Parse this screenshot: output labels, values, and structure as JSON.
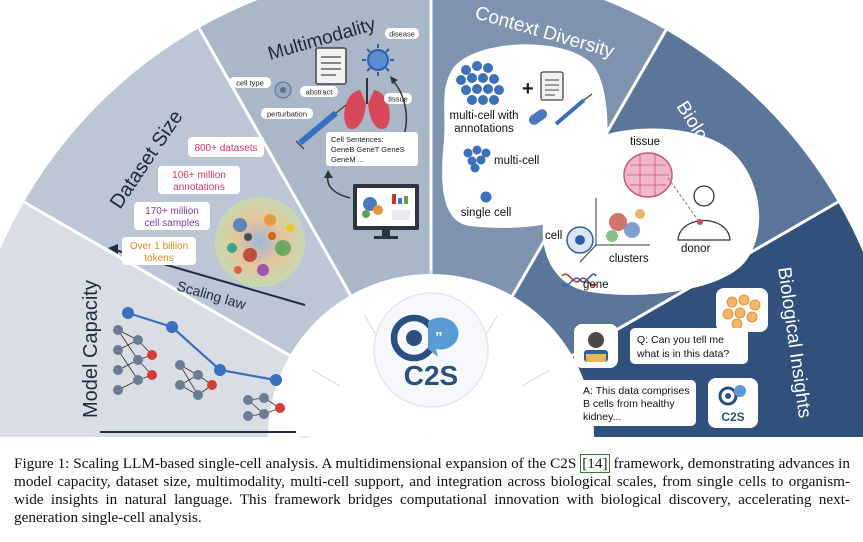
{
  "sections": {
    "model_capacity": "Model Capacity",
    "dataset_size": "Dataset Size",
    "multimodality": "Multimodality",
    "context_diversity": "Context Diversity",
    "biological_scales": "Biological Scales",
    "biological_insights": "Biological Insights"
  },
  "model_capacity": {
    "scaling_law": "Scaling law"
  },
  "dataset_size": {
    "badges": [
      {
        "line1": "800+ datasets",
        "line2": ""
      },
      {
        "line1": "106+ million",
        "line2": "annotations"
      },
      {
        "line1": "170+ million",
        "line2": "cell samples"
      },
      {
        "line1": "Over 1 billion",
        "line2": "tokens"
      }
    ]
  },
  "multimodality": {
    "labels": {
      "cell_type": "cell type",
      "abstract": "abstract",
      "disease": "disease",
      "perturbation": "perturbation",
      "tissue": "tissue"
    },
    "cell_sentences": [
      "Cell Sentences:",
      "GeneB GeneT GeneS",
      "GeneM ..."
    ]
  },
  "context_diversity": {
    "multi_cell_annotations": [
      "multi-cell with",
      "annotations"
    ],
    "plus": "+",
    "multi_cell": "multi-cell",
    "single_cell": "single cell"
  },
  "biological_scales": {
    "tissue": "tissue",
    "cell": "cell",
    "clusters": "clusters",
    "donor": "donor",
    "gene": "gene"
  },
  "biological_insights": {
    "question": [
      "Q: Can you tell me",
      "what is in this data?"
    ],
    "answer": [
      "A: This data comprises",
      "B cells from healthy",
      "kidney..."
    ]
  },
  "center_logo": "C2S",
  "caption": {
    "prefix": "Figure 1:  Scaling LLM-based single-cell analysis.  A multidimensional expansion of the C2S ",
    "ref": "[14]",
    "suffix": " framework, demonstrating advances in model capacity, dataset size, multimodality, multi-cell support, and integration across biological scales, from single cells to organism-wide insights in natural language. This framework bridges computational innovation with biological discovery, accelerating next-generation single-cell analysis."
  },
  "colors": {
    "model_capacity": "#d9dde4",
    "dataset_size": "#b9c4d3",
    "multimodality": "#a8b6c8",
    "context_diversity": "#7d91ad",
    "biological_scales": "#5b7598",
    "biological_insights": "#2f4e7a",
    "logo": "#2a4f80",
    "badge_pink": "#d6336c",
    "badge_purple": "#7b3fa0",
    "badge_orange": "#e08a1e"
  }
}
